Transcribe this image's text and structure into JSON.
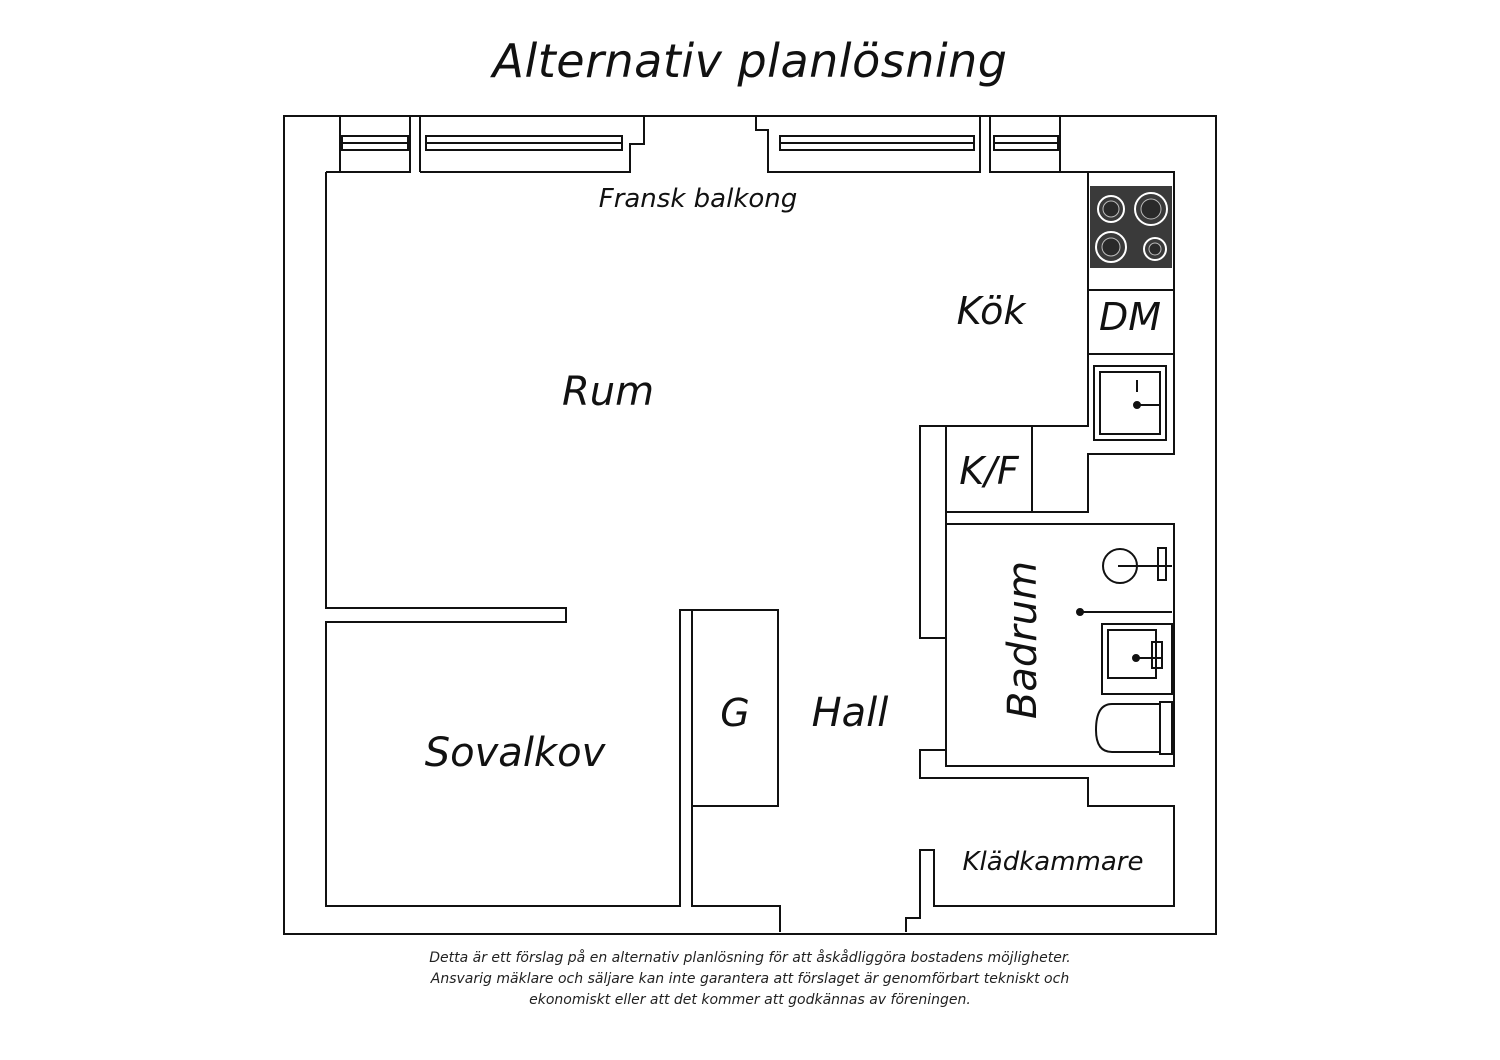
{
  "title": "Alternativ planlösning",
  "rooms": {
    "balcony": "Fransk balkong",
    "kitchen": "Kök",
    "dishwasher": "DM",
    "fridge_freezer": "K/F",
    "living_room": "Rum",
    "bathroom": "Badrum",
    "wardrobe": "G",
    "hall": "Hall",
    "bedroom_alcove": "Sovalkov",
    "walk_in_closet": "Klädkammare"
  },
  "disclaimer": [
    "Detta är ett förslag på en alternativ planlösning för att åskådliggöra bostadens möjligheter.",
    "Ansvarig mäklare och säljare kan inte garantera att förslaget är genomförbart tekniskt och",
    "ekonomiskt eller att det kommer att godkännas av föreningen."
  ],
  "colors": {
    "line": "#111111",
    "stove": "#3a3a3a",
    "background": "#ffffff"
  }
}
